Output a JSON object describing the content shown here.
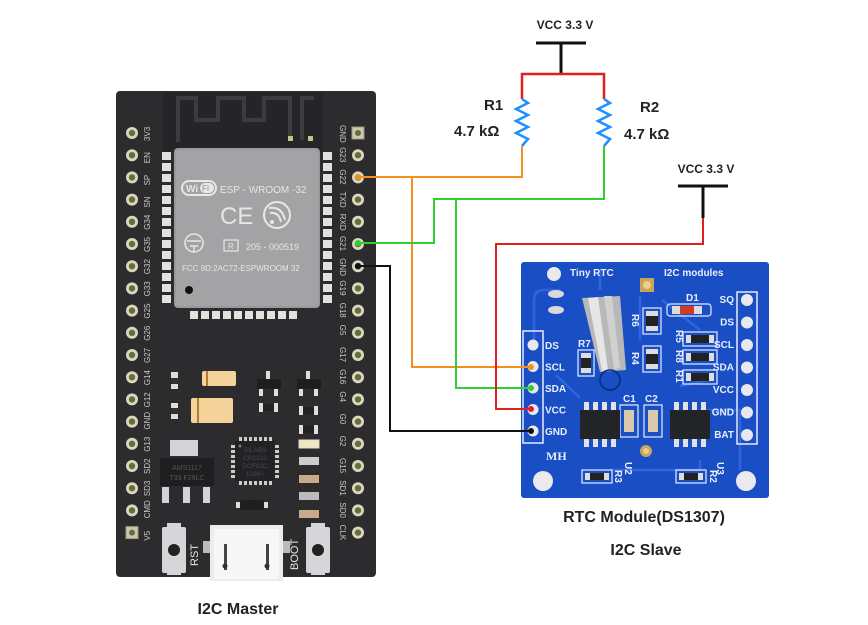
{
  "title": "ESP32 to DS1307 RTC I2C wiring diagram",
  "power": {
    "vcc_top": "VCC 3.3 V",
    "vcc_rtc": "VCC 3.3 V"
  },
  "resistors": [
    {
      "name": "R1",
      "value": "4.7 kΩ"
    },
    {
      "name": "R2",
      "value": "4.7 kΩ"
    }
  ],
  "esp32": {
    "caption": "I2C Master",
    "module": {
      "name": "ESP - WROOM -32",
      "cert": "205 - 000519",
      "fcc": "FCC 9D:2AC72-ESPWROOM 32",
      "r_mark": "R",
      "ce_mark": "CE"
    },
    "left_pins": [
      "3V3",
      "EN",
      "SP",
      "SN",
      "G34",
      "G35",
      "G32",
      "G33",
      "G25",
      "G26",
      "G27",
      "G14",
      "G12",
      "GND",
      "G13",
      "SD2",
      "SD3",
      "CMD",
      "V5"
    ],
    "right_pins": [
      "GND",
      "G23",
      "G22",
      "TXD",
      "RXD",
      "G21",
      "GND",
      "G19",
      "G18",
      "G5",
      "G17",
      "G16",
      "G4",
      "G0",
      "G2",
      "G15",
      "SD1",
      "SD0",
      "CLK"
    ],
    "regulator": [
      "AMS1117",
      "T33 F29LC"
    ],
    "usb_chip": [
      "SILABS",
      "CP2102",
      "DCF02C",
      "1036+"
    ],
    "buttons": [
      "RST",
      "BOOT"
    ]
  },
  "rtc": {
    "caption": "RTC Module(DS1307)",
    "subcaption": "I2C Slave",
    "header_left": "Tiny RTC",
    "header_right": "I2C  modules",
    "brand": "MH",
    "left_pins": [
      "DS",
      "SCL",
      "SDA",
      "VCC",
      "GND"
    ],
    "right_pins": [
      "SQ",
      "DS",
      "SCL",
      "SDA",
      "VCC",
      "GND",
      "BAT"
    ],
    "parts": [
      "R7",
      "R6",
      "R4",
      "R5",
      "R8",
      "R1",
      "D1",
      "C1",
      "C2",
      "U2",
      "U3",
      "R3",
      "R2"
    ]
  },
  "wires": [
    {
      "name": "SCL",
      "from": "G22",
      "to": "SCL",
      "color": "#f5901e"
    },
    {
      "name": "SDA",
      "from": "G21",
      "to": "SDA",
      "color": "#2fd02f"
    },
    {
      "name": "VCC",
      "from": "VCC 3.3 V",
      "to": "VCC",
      "color": "#e02020"
    },
    {
      "name": "GND",
      "from": "GND",
      "to": "GND",
      "color": "#111111"
    }
  ],
  "colors": {
    "board": "#2c2c2e",
    "rtc_board": "#1a4ec4",
    "resistor": "#1e90ff",
    "pullup_rail": "#e02020"
  }
}
